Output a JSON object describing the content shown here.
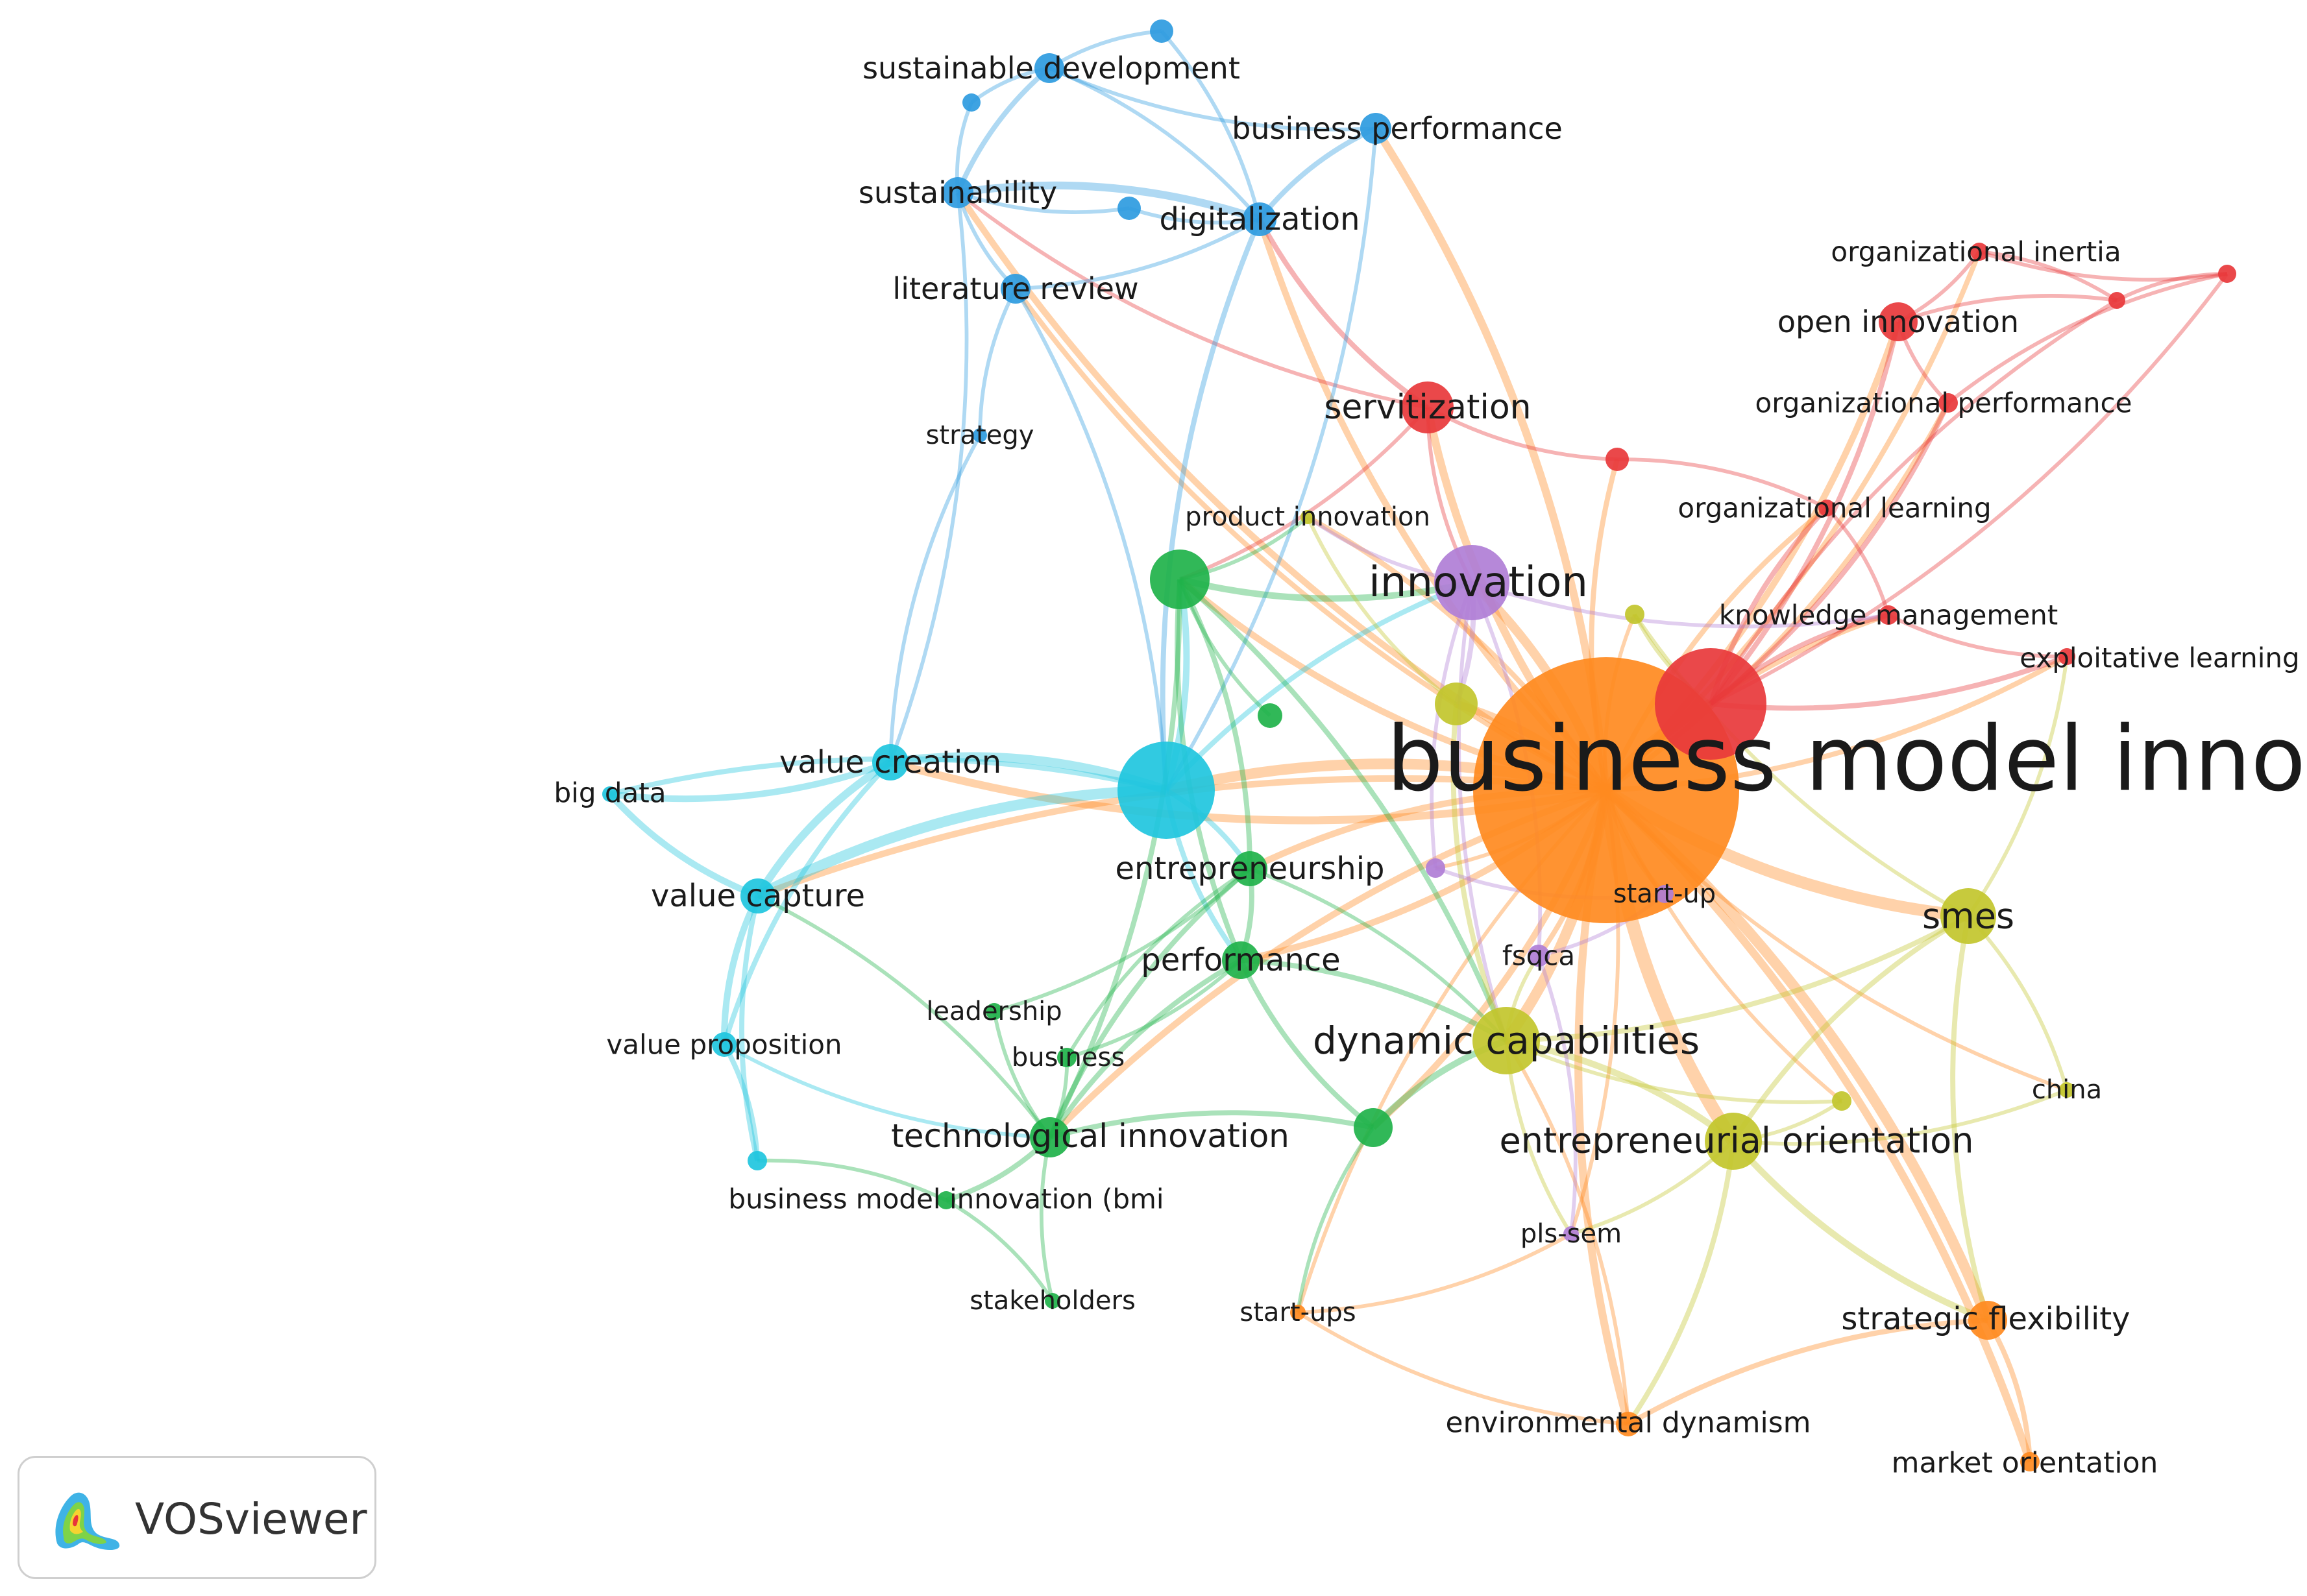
{
  "network": {
    "clusters": {
      "red": "#e8383b",
      "green": "#1fb24a",
      "blue": "#2e9be0",
      "yellow": "#c2c52c",
      "purple": "#b07ed6",
      "cyan": "#1fc6de",
      "orange": "#ff8a1f"
    },
    "nodes": [
      {
        "id": "bmi",
        "label": "business model innovation",
        "cluster": "orange",
        "weight": 100
      },
      {
        "id": "innovation",
        "label": "innovation",
        "cluster": "purple",
        "weight": 26
      },
      {
        "id": "servitization",
        "label": "servitization",
        "cluster": "red",
        "weight": 18
      },
      {
        "id": "open_innovation",
        "label": "open innovation",
        "cluster": "red",
        "weight": 14
      },
      {
        "id": "org_inertia",
        "label": "organizational inertia",
        "cluster": "red",
        "weight": 6
      },
      {
        "id": "org_performance",
        "label": "organizational performance",
        "cluster": "red",
        "weight": 7
      },
      {
        "id": "org_learning",
        "label": "organizational learning",
        "cluster": "red",
        "weight": 6
      },
      {
        "id": "knowledge_mgmt",
        "label": "knowledge management",
        "cluster": "red",
        "weight": 7
      },
      {
        "id": "exploitative",
        "label": "exploitative learning",
        "cluster": "red",
        "weight": 6
      },
      {
        "id": "red_big",
        "label": "",
        "cluster": "red",
        "weight": 45
      },
      {
        "id": "red_a",
        "label": "",
        "cluster": "red",
        "weight": 6
      },
      {
        "id": "red_b",
        "label": "",
        "cluster": "red",
        "weight": 5
      },
      {
        "id": "red_c",
        "label": "",
        "cluster": "red",
        "weight": 8
      },
      {
        "id": "sust_dev",
        "label": "sustainable development",
        "cluster": "blue",
        "weight": 10
      },
      {
        "id": "business_perf",
        "label": "business performance",
        "cluster": "blue",
        "weight": 10
      },
      {
        "id": "sustainability",
        "label": "sustainability",
        "cluster": "blue",
        "weight": 10
      },
      {
        "id": "digitalization",
        "label": "digitalization",
        "cluster": "blue",
        "weight": 11
      },
      {
        "id": "lit_review",
        "label": "literature review",
        "cluster": "blue",
        "weight": 9
      },
      {
        "id": "strategy",
        "label": "strategy",
        "cluster": "blue",
        "weight": 5
      },
      {
        "id": "blue_a",
        "label": "",
        "cluster": "blue",
        "weight": 7
      },
      {
        "id": "blue_b",
        "label": "",
        "cluster": "blue",
        "weight": 5
      },
      {
        "id": "blue_c",
        "label": "",
        "cluster": "blue",
        "weight": 7
      },
      {
        "id": "product_innovation",
        "label": "product innovation",
        "cluster": "yellow",
        "weight": 5
      },
      {
        "id": "value_creation",
        "label": "value creation",
        "cluster": "cyan",
        "weight": 12
      },
      {
        "id": "value_capture",
        "label": "value capture",
        "cluster": "cyan",
        "weight": 11
      },
      {
        "id": "big_data",
        "label": "big data",
        "cluster": "cyan",
        "weight": 5
      },
      {
        "id": "value_proposition",
        "label": "value proposition",
        "cluster": "cyan",
        "weight": 8
      },
      {
        "id": "cyan_big",
        "label": "",
        "cluster": "cyan",
        "weight": 40
      },
      {
        "id": "cyan_a",
        "label": "",
        "cluster": "cyan",
        "weight": 6
      },
      {
        "id": "green_big",
        "label": "",
        "cluster": "green",
        "weight": 26
      },
      {
        "id": "entrepreneurship",
        "label": "entrepreneurship",
        "cluster": "green",
        "weight": 11
      },
      {
        "id": "performance",
        "label": "performance",
        "cluster": "green",
        "weight": 13
      },
      {
        "id": "leadership",
        "label": "leadership",
        "cluster": "green",
        "weight": 5
      },
      {
        "id": "business",
        "label": "business",
        "cluster": "green",
        "weight": 6
      },
      {
        "id": "tech_innovation",
        "label": "technological innovation",
        "cluster": "green",
        "weight": 15
      },
      {
        "id": "bmi_bmi",
        "label": "business model innovation (bmi",
        "cluster": "green",
        "weight": 6
      },
      {
        "id": "stakeholders",
        "label": "stakeholders",
        "cluster": "green",
        "weight": 5
      },
      {
        "id": "green_a",
        "label": "",
        "cluster": "green",
        "weight": 14
      },
      {
        "id": "green_b",
        "label": "",
        "cluster": "green",
        "weight": 7
      },
      {
        "id": "dynamic_cap",
        "label": "dynamic capabilities",
        "cluster": "yellow",
        "weight": 24
      },
      {
        "id": "smes",
        "label": "smes",
        "cluster": "yellow",
        "weight": 19
      },
      {
        "id": "entre_orientation",
        "label": "entrepreneurial orientation",
        "cluster": "yellow",
        "weight": 20
      },
      {
        "id": "china",
        "label": "china",
        "cluster": "yellow",
        "weight": 5
      },
      {
        "id": "yellow_a",
        "label": "",
        "cluster": "yellow",
        "weight": 15
      },
      {
        "id": "yellow_b",
        "label": "",
        "cluster": "yellow",
        "weight": 6
      },
      {
        "id": "yellow_c",
        "label": "",
        "cluster": "yellow",
        "weight": 6
      },
      {
        "id": "fsqca",
        "label": "fsqca",
        "cluster": "purple",
        "weight": 7
      },
      {
        "id": "pls_sem",
        "label": "pls-sem",
        "cluster": "purple",
        "weight": 5
      },
      {
        "id": "start_up",
        "label": "start-up",
        "cluster": "purple",
        "weight": 6
      },
      {
        "id": "purple_a",
        "label": "",
        "cluster": "purple",
        "weight": 6
      },
      {
        "id": "strategic_flex",
        "label": "strategic flexibility",
        "cluster": "orange",
        "weight": 12
      },
      {
        "id": "env_dynamism",
        "label": "environmental dynamism",
        "cluster": "orange",
        "weight": 8
      },
      {
        "id": "market_orientation",
        "label": "market orientation",
        "cluster": "orange",
        "weight": 6
      },
      {
        "id": "start_ups",
        "label": "start-ups",
        "cluster": "orange",
        "weight": 5
      }
    ],
    "links": [
      [
        "bmi",
        "innovation",
        6
      ],
      [
        "bmi",
        "servitization",
        5
      ],
      [
        "bmi",
        "open_innovation",
        4
      ],
      [
        "bmi",
        "red_big",
        7
      ],
      [
        "bmi",
        "smes",
        8
      ],
      [
        "bmi",
        "dynamic_cap",
        7
      ],
      [
        "bmi",
        "entre_orientation",
        9
      ],
      [
        "bmi",
        "strategic_flex",
        7
      ],
      [
        "bmi",
        "env_dynamism",
        5
      ],
      [
        "bmi",
        "market_orientation",
        5
      ],
      [
        "bmi",
        "cyan_big",
        7
      ],
      [
        "bmi",
        "value_creation",
        5
      ],
      [
        "bmi",
        "value_capture",
        4
      ],
      [
        "bmi",
        "green_big",
        4
      ],
      [
        "bmi",
        "entrepreneurship",
        4
      ],
      [
        "bmi",
        "performance",
        4
      ],
      [
        "bmi",
        "tech_innovation",
        4
      ],
      [
        "bmi",
        "digitalization",
        4
      ],
      [
        "bmi",
        "business_perf",
        5
      ],
      [
        "bmi",
        "sustainability",
        4
      ],
      [
        "bmi",
        "org_performance",
        3
      ],
      [
        "bmi",
        "knowledge_mgmt",
        3
      ],
      [
        "bmi",
        "exploitative",
        3
      ],
      [
        "bmi",
        "org_learning",
        3
      ],
      [
        "bmi",
        "yellow_a",
        5
      ],
      [
        "bmi",
        "fsqca",
        3
      ],
      [
        "bmi",
        "start_up",
        3
      ],
      [
        "bmi",
        "pls_sem",
        2
      ],
      [
        "bmi",
        "china",
        2
      ],
      [
        "bmi",
        "green_a",
        4
      ],
      [
        "bmi",
        "start_ups",
        2
      ],
      [
        "bmi",
        "red_a",
        3
      ],
      [
        "bmi",
        "org_inertia",
        3
      ],
      [
        "bmi",
        "yellow_b",
        2
      ],
      [
        "bmi",
        "yellow_c",
        2
      ],
      [
        "bmi",
        "lit_review",
        3
      ],
      [
        "bmi",
        "product_innovation",
        3
      ],
      [
        "bmi",
        "purple_a",
        2
      ],
      [
        "red_big",
        "open_innovation",
        3
      ],
      [
        "red_big",
        "knowledge_mgmt",
        3
      ],
      [
        "red_big",
        "exploitative",
        3
      ],
      [
        "red_big",
        "org_learning",
        3
      ],
      [
        "red_big",
        "org_performance",
        3
      ],
      [
        "red_big",
        "red_b",
        2
      ],
      [
        "red_big",
        "red_c",
        2
      ],
      [
        "servitization",
        "digitalization",
        3
      ],
      [
        "servitization",
        "innovation",
        2
      ],
      [
        "servitization",
        "green_big",
        2
      ],
      [
        "servitization",
        "red_a",
        2
      ],
      [
        "servitization",
        "sustainability",
        2
      ],
      [
        "open_innovation",
        "org_inertia",
        2
      ],
      [
        "open_innovation",
        "red_b",
        2
      ],
      [
        "open_innovation",
        "org_performance",
        2
      ],
      [
        "red_b",
        "red_c",
        2
      ],
      [
        "red_b",
        "org_inertia",
        2
      ],
      [
        "red_c",
        "org_inertia",
        2
      ],
      [
        "red_c",
        "org_performance",
        2
      ],
      [
        "org_learning",
        "knowledge_mgmt",
        2
      ],
      [
        "knowledge_mgmt",
        "exploitative",
        2
      ],
      [
        "red_a",
        "org_learning",
        2
      ],
      [
        "sust_dev",
        "sustainability",
        3
      ],
      [
        "sust_dev",
        "blue_a",
        2
      ],
      [
        "sust_dev",
        "blue_b",
        2
      ],
      [
        "sust_dev",
        "digitalization",
        2
      ],
      [
        "sust_dev",
        "business_perf",
        2
      ],
      [
        "blue_a",
        "digitalization",
        2
      ],
      [
        "blue_b",
        "sustainability",
        2
      ],
      [
        "sustainability",
        "digitalization",
        5
      ],
      [
        "sustainability",
        "lit_review",
        2
      ],
      [
        "sustainability",
        "value_creation",
        2
      ],
      [
        "sustainability",
        "blue_c",
        2
      ],
      [
        "digitalization",
        "business_perf",
        3
      ],
      [
        "digitalization",
        "cyan_big",
        3
      ],
      [
        "digitalization",
        "lit_review",
        2
      ],
      [
        "lit_review",
        "strategy",
        2
      ],
      [
        "lit_review",
        "cyan_big",
        2
      ],
      [
        "strategy",
        "value_creation",
        2
      ],
      [
        "business_perf",
        "cyan_big",
        2
      ],
      [
        "blue_c",
        "digitalization",
        2
      ],
      [
        "value_creation",
        "cyan_big",
        6
      ],
      [
        "value_creation",
        "value_capture",
        5
      ],
      [
        "value_creation",
        "big_data",
        4
      ],
      [
        "value_creation",
        "value_proposition",
        3
      ],
      [
        "value_capture",
        "cyan_big",
        7
      ],
      [
        "value_capture",
        "value_proposition",
        4
      ],
      [
        "value_capture",
        "big_data",
        4
      ],
      [
        "value_capture",
        "cyan_a",
        3
      ],
      [
        "value_proposition",
        "cyan_a",
        3
      ],
      [
        "value_proposition",
        "tech_innovation",
        2
      ],
      [
        "big_data",
        "cyan_big",
        3
      ],
      [
        "cyan_big",
        "green_big",
        4
      ],
      [
        "cyan_big",
        "entrepreneurship",
        3
      ],
      [
        "cyan_big",
        "performance",
        3
      ],
      [
        "cyan_big",
        "innovation",
        3
      ],
      [
        "green_big",
        "innovation",
        4
      ],
      [
        "green_big",
        "entrepreneurship",
        3
      ],
      [
        "green_big",
        "performance",
        3
      ],
      [
        "green_big",
        "tech_innovation",
        3
      ],
      [
        "green_big",
        "product_innovation",
        2
      ],
      [
        "green_big",
        "dynamic_cap",
        3
      ],
      [
        "green_big",
        "green_b",
        2
      ],
      [
        "entrepreneurship",
        "performance",
        3
      ],
      [
        "entrepreneurship",
        "tech_innovation",
        3
      ],
      [
        "entrepreneurship",
        "leadership",
        2
      ],
      [
        "entrepreneurship",
        "business",
        2
      ],
      [
        "entrepreneurship",
        "dynamic_cap",
        2
      ],
      [
        "performance",
        "tech_innovation",
        3
      ],
      [
        "performance",
        "business",
        2
      ],
      [
        "performance",
        "green_a",
        3
      ],
      [
        "tech_innovation",
        "bmi_bmi",
        3
      ],
      [
        "tech_innovation",
        "stakeholders",
        2
      ],
      [
        "tech_innovation",
        "leadership",
        2
      ],
      [
        "tech_innovation",
        "business",
        2
      ],
      [
        "tech_innovation",
        "green_a",
        3
      ],
      [
        "tech_innovation",
        "value_capture",
        2
      ],
      [
        "bmi_bmi",
        "stakeholders",
        2
      ],
      [
        "bmi_bmi",
        "cyan_a",
        2
      ],
      [
        "green_a",
        "dynamic_cap",
        4
      ],
      [
        "green_a",
        "start_ups",
        2
      ],
      [
        "innovation",
        "yellow_a",
        3
      ],
      [
        "innovation",
        "dynamic_cap",
        2
      ],
      [
        "innovation",
        "fsqca",
        2
      ],
      [
        "innovation",
        "purple_a",
        2
      ],
      [
        "innovation",
        "product_innovation",
        2
      ],
      [
        "innovation",
        "knowledge_mgmt",
        2
      ],
      [
        "dynamic_cap",
        "entre_orientation",
        4
      ],
      [
        "dynamic_cap",
        "smes",
        3
      ],
      [
        "dynamic_cap",
        "fsqca",
        2
      ],
      [
        "dynamic_cap",
        "pls_sem",
        2
      ],
      [
        "dynamic_cap",
        "yellow_a",
        3
      ],
      [
        "dynamic_cap",
        "yellow_c",
        2
      ],
      [
        "entre_orientation",
        "smes",
        3
      ],
      [
        "entre_orientation",
        "strategic_flex",
        4
      ],
      [
        "entre_orientation",
        "env_dynamism",
        3
      ],
      [
        "entre_orientation",
        "yellow_c",
        2
      ],
      [
        "entre_orientation",
        "pls_sem",
        2
      ],
      [
        "entre_orientation",
        "china",
        2
      ],
      [
        "smes",
        "china",
        2
      ],
      [
        "smes",
        "strategic_flex",
        3
      ],
      [
        "smes",
        "yellow_b",
        2
      ],
      [
        "smes",
        "exploitative",
        2
      ],
      [
        "strategic_flex",
        "market_orientation",
        3
      ],
      [
        "strategic_flex",
        "env_dynamism",
        3
      ],
      [
        "env_dynamism",
        "start_ups",
        2
      ],
      [
        "env_dynamism",
        "dynamic_cap",
        2
      ],
      [
        "fsqca",
        "pls_sem",
        2
      ],
      [
        "fsqca",
        "start_up",
        2
      ],
      [
        "start_up",
        "purple_a",
        2
      ],
      [
        "start_ups",
        "pls_sem",
        2
      ],
      [
        "yellow_a",
        "product_innovation",
        2
      ],
      [
        "yellow_b",
        "red_big",
        2
      ],
      [
        "performance",
        "dynamic_cap",
        3
      ]
    ]
  },
  "badge": {
    "name": "VOSviewer"
  }
}
